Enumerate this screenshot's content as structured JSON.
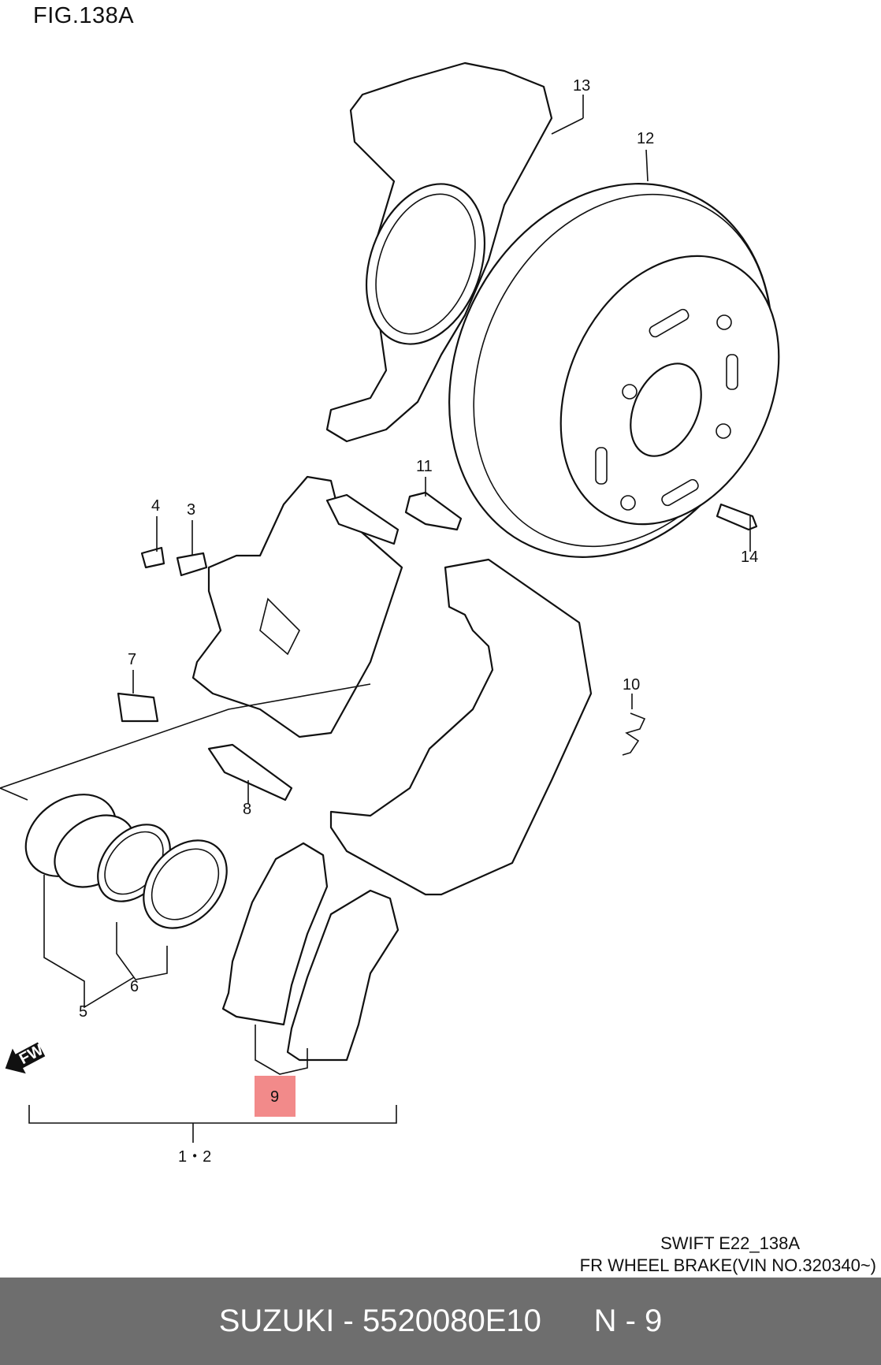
{
  "figure": {
    "title": "FIG.138A",
    "caption_line1": "SWIFT E22_138A",
    "caption_line2": "FR WHEEL BRAKE(VIN NO.320340~)"
  },
  "callouts": [
    {
      "id": "13",
      "text": "13"
    },
    {
      "id": "12",
      "text": "12"
    },
    {
      "id": "11",
      "text": "11"
    },
    {
      "id": "4",
      "text": "4"
    },
    {
      "id": "3",
      "text": "3"
    },
    {
      "id": "14",
      "text": "14"
    },
    {
      "id": "7",
      "text": "7"
    },
    {
      "id": "10",
      "text": "10"
    },
    {
      "id": "8",
      "text": "8"
    },
    {
      "id": "6",
      "text": "6"
    },
    {
      "id": "5",
      "text": "5"
    },
    {
      "id": "9",
      "text": "9"
    },
    {
      "id": "1-2",
      "text": "1・2"
    }
  ],
  "fwd_arrow": {
    "text": "FWD",
    "icon": "fwd-arrow-icon"
  },
  "highlight": {
    "callout": "9",
    "color": "#f28a8a"
  },
  "footer": {
    "brand": "SUZUKI",
    "separator": "-",
    "part_number": "5520080E10",
    "position": "N - 9"
  },
  "colors": {
    "footer_bg": "#6e6e6e",
    "highlight": "#f28a8a"
  }
}
